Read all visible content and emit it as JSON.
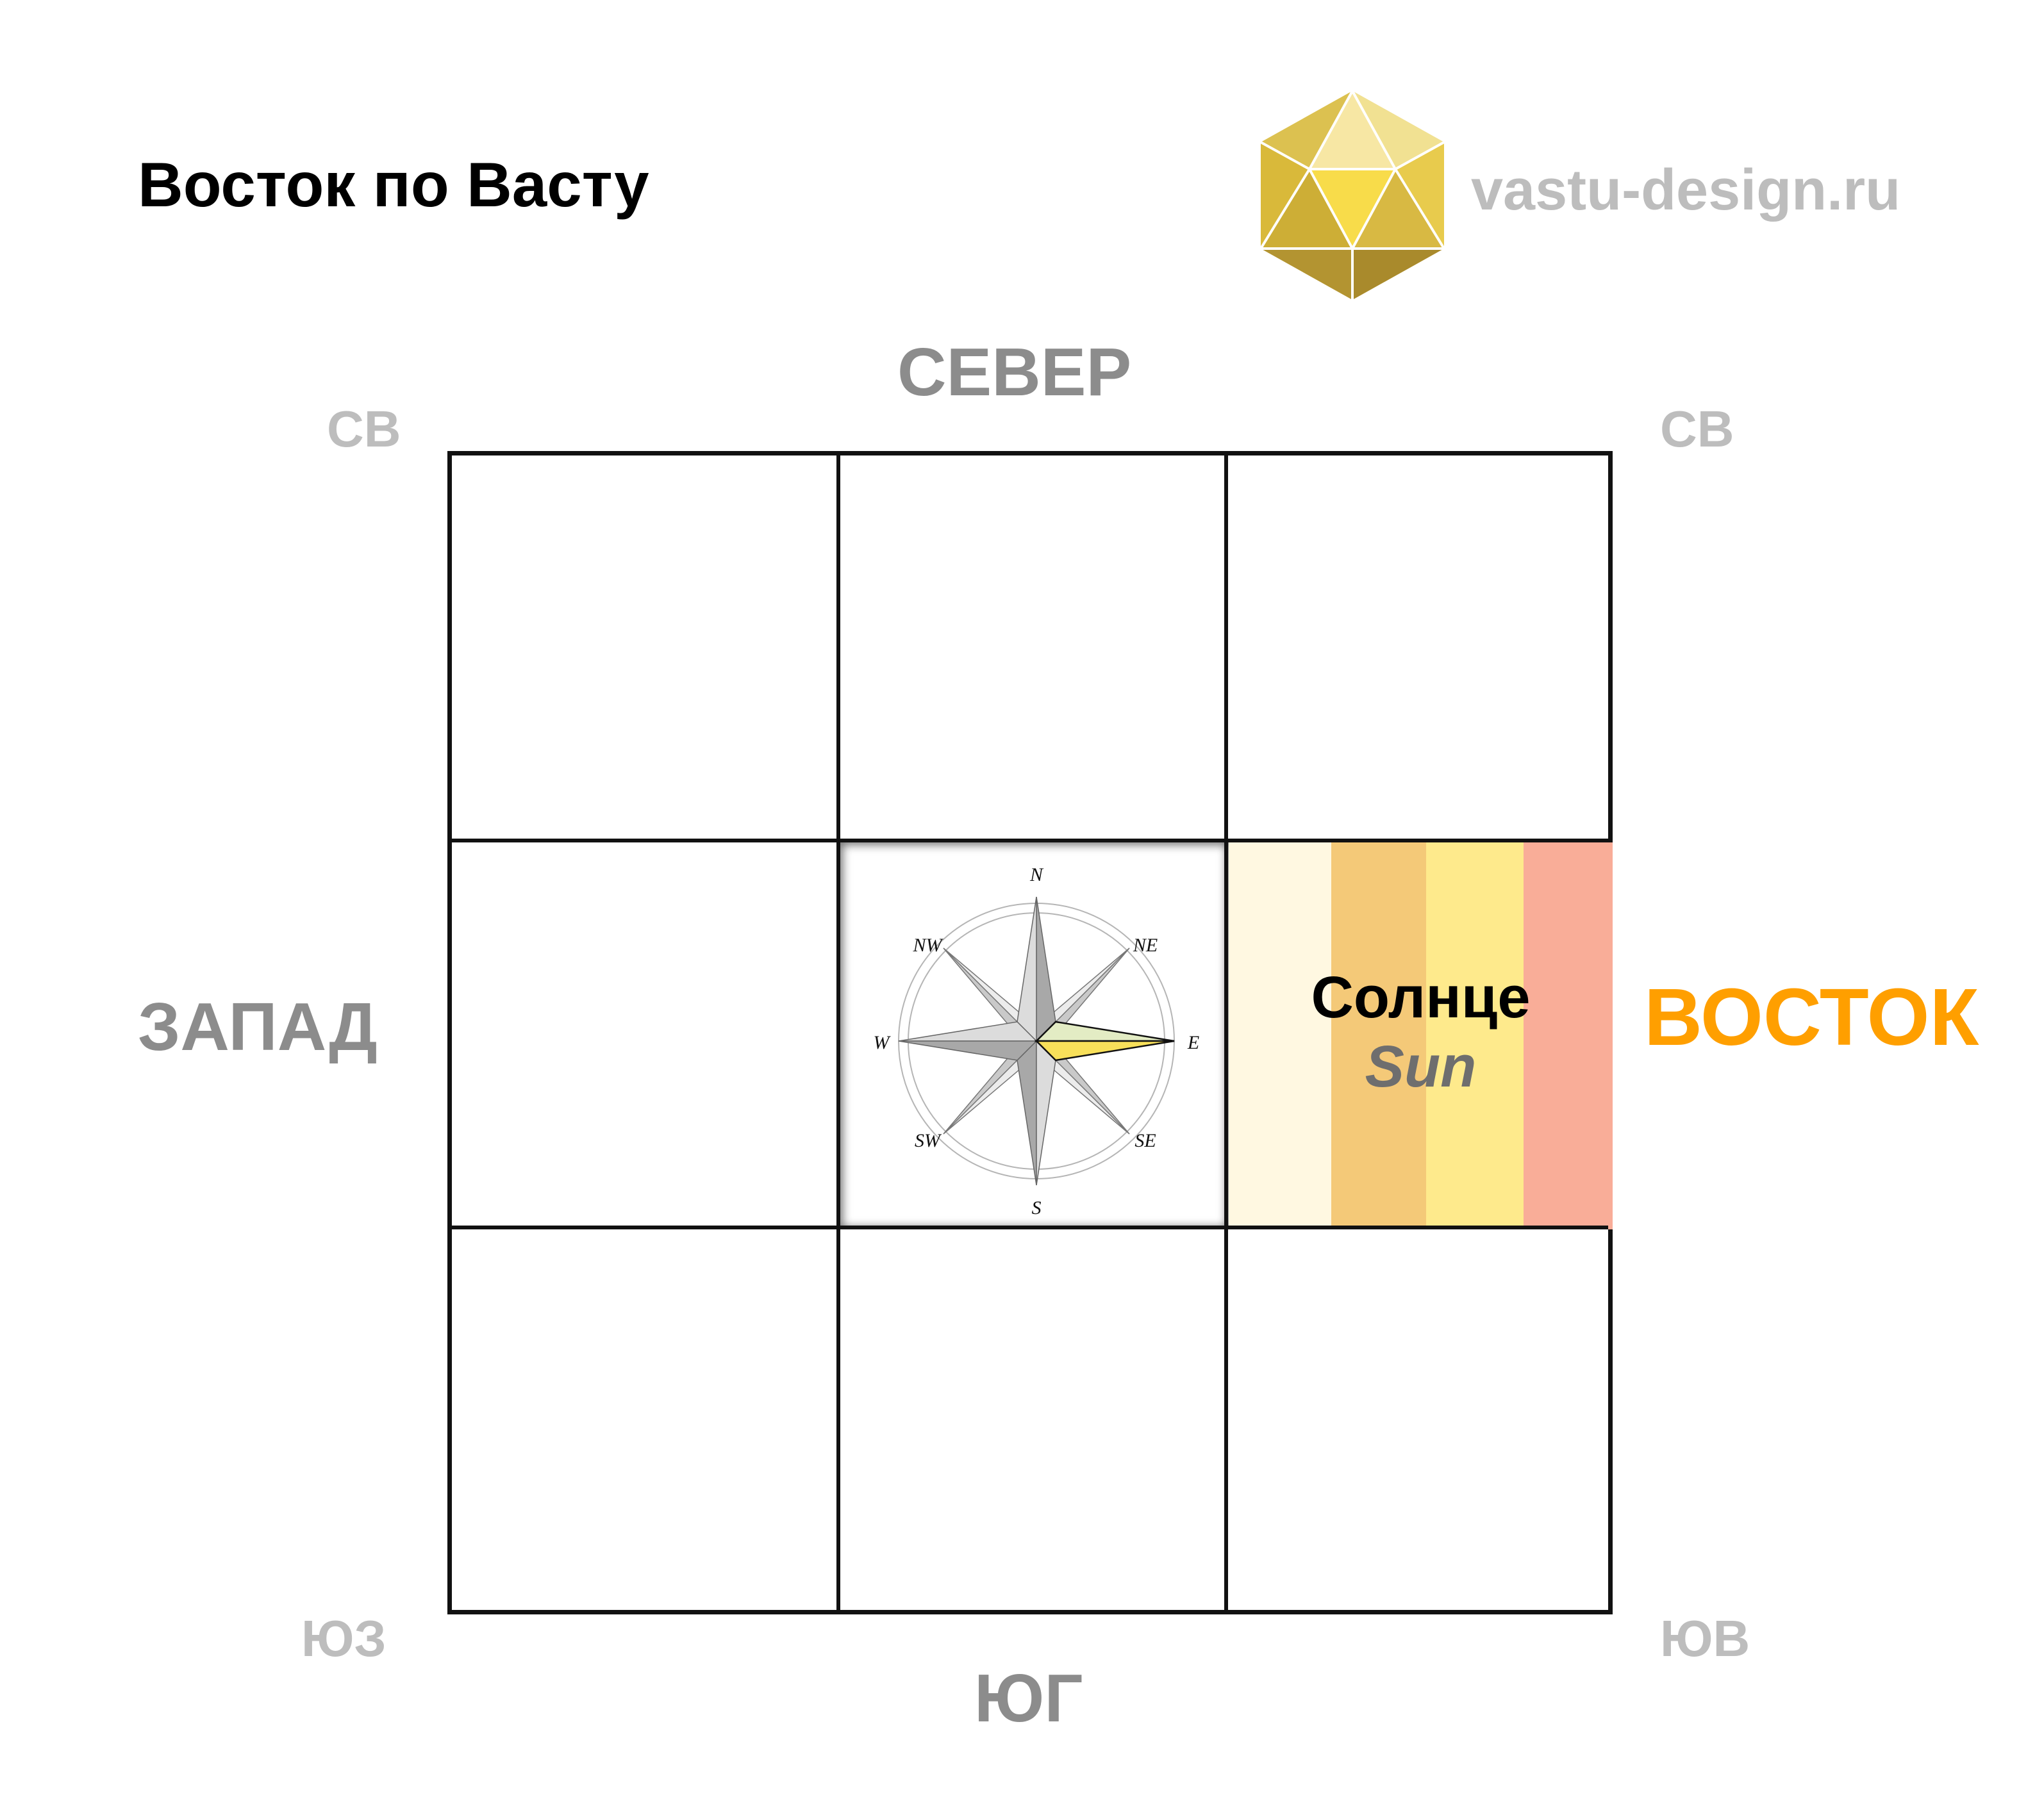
{
  "title": "Восток по Васту",
  "logo": {
    "icon": "icosahedron-logo-icon",
    "text": "vastu-design.ru"
  },
  "directions": {
    "north": "СЕВЕР",
    "south": "ЮГ",
    "west": "ЗАПАД",
    "east": "ВОСТОК",
    "corner_top_left": "СВ",
    "corner_top_right": "СВ",
    "corner_bottom_left": "ЮЗ",
    "corner_bottom_right": "ЮВ"
  },
  "east_cell": {
    "label_ru": "Солнце",
    "label_en": "Sun",
    "stripe_colors": [
      "#fff8e1",
      "#f4c978",
      "#feea8c",
      "#f9ad98"
    ]
  },
  "compass": {
    "icon": "compass-rose-icon",
    "labels": {
      "n": "N",
      "ne": "NE",
      "e": "E",
      "se": "SE",
      "s": "S",
      "sw": "SW",
      "w": "W",
      "nw": "NW"
    },
    "highlight_colors": {
      "upper": "#e3ecc4",
      "lower": "#f8e05a"
    }
  },
  "colors": {
    "accent_east": "#ff9f00",
    "main_direction": "#8c8c8c",
    "corner_direction": "#bdbdbd",
    "grid_line": "#111111"
  }
}
